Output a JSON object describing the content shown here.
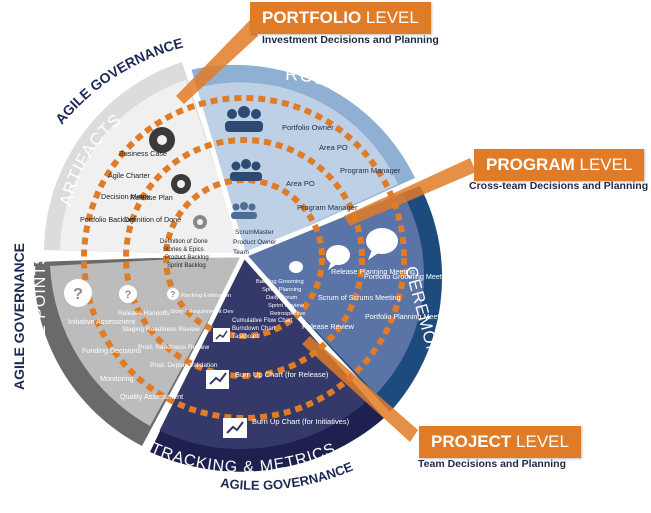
{
  "callouts": {
    "portfolio": {
      "level_strong": "PORTFOLIO",
      "level_word": "LEVEL",
      "subtitle": "Investment Decisions and Planning"
    },
    "program": {
      "level_strong": "PROGRAM",
      "level_word": "LEVEL",
      "subtitle": "Cross-team Decisions and Planning"
    },
    "project": {
      "level_strong": "PROJECT",
      "level_word": "LEVEL",
      "subtitle": "Team Decisions and Planning"
    }
  },
  "outer_ring": {
    "agile_governance_top": "AGILE GOVERNANCE",
    "agile_governance_left": "AGILE GOVERNANCE",
    "agile_governance_bottom": "AGILE GOVERNANCE"
  },
  "segments": {
    "artifacts": {
      "title": "ARTIFACTS",
      "items": [
        "Business Case",
        "Agile Charter",
        "Decision Matrix",
        "Portfolio Backlog",
        "Release Plan",
        "Definition of Done",
        "Definition of Done",
        "Stories & Epics",
        "Product Backlog",
        "Sprint Backlog"
      ]
    },
    "roles": {
      "title": "ROLES",
      "items": [
        "Portfolio Owner",
        "Area PO",
        "Program Manager",
        "Area PO",
        "Program Manager",
        "ScrumMaster",
        "Product Owner",
        "Team"
      ]
    },
    "ceremonies": {
      "title": "CEREMONIES",
      "items": [
        "Portfolio Grooming Meeting",
        "Portfolio Planning Meeting",
        "Release Planning Meeting",
        "Scrum of Scrums Meeting",
        "Release Review",
        "Backlog Grooming",
        "Sprint Planning",
        "Daily Scrum",
        "Sprint Review",
        "Retrospective"
      ]
    },
    "tracking": {
      "title": "TRACKING & METRICS",
      "items": [
        "Burn Up Chart (for Initiatives)",
        "Burn Up Chart (for Release)",
        "Cumulative Flow Chart",
        "Burndown Chart",
        "Taskboard"
      ]
    },
    "governance_points": {
      "title": "GOVERNANCE POINTS",
      "items": [
        "Initiative Assessment",
        "Funding Decisions",
        "Monitoring",
        "Quality Assessment",
        "Release Handoffs",
        "Staging Readiness Review",
        "Prod. Readiness Review",
        "Prod. Deploy Validation",
        "Ranking Estimation",
        "Story / Requirement Dev"
      ]
    }
  },
  "colors": {
    "orange": "#e07b27",
    "artifacts": "#eeeeee",
    "roles": "#b9cde4",
    "roles_band": "#8fb0d3",
    "ceremonies": "#5a74a6",
    "ceremonies_band": "#1e4b7d",
    "tracking": "#34396a",
    "tracking_band": "#1e2050",
    "governance": "#bdbdbd",
    "governance_band": "#6a6a6a"
  }
}
